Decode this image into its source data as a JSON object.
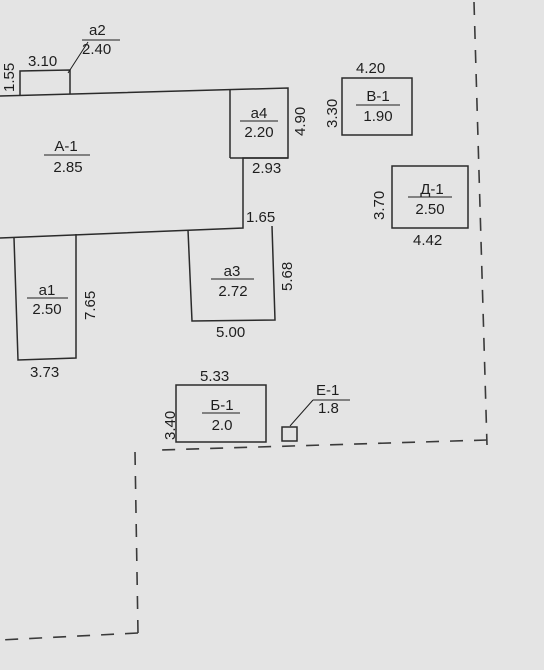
{
  "colors": {
    "paper": "#e4e4e4",
    "ink": "#1e1e1e",
    "wall": "#2b2b2b"
  },
  "buildings": {
    "main": {
      "name": "А-1",
      "height": "2.85"
    },
    "a1": {
      "name": "а1",
      "height": "2.50",
      "side": "7.65",
      "bottom": "3.73"
    },
    "a2": {
      "name": "а2",
      "height": "2.40",
      "top": "3.10",
      "side": "1.55"
    },
    "a3": {
      "name": "а3",
      "height": "2.72",
      "side": "5.68",
      "bottom": "5.00"
    },
    "a4": {
      "name": "а4",
      "height": "2.20",
      "side": "4.90",
      "bottom": "2.93",
      "gap": "1.65"
    },
    "b1": {
      "name": "Б-1",
      "height": "2.0",
      "top": "5.33",
      "side": "3.40"
    },
    "v1": {
      "name": "В-1",
      "height": "1.90",
      "top": "4.20",
      "side": "3.30"
    },
    "d1": {
      "name": "Д-1",
      "height": "2.50",
      "bottom": "4.42",
      "side": "3.70"
    },
    "e1": {
      "name": "Е-1",
      "height": "1.8"
    }
  }
}
